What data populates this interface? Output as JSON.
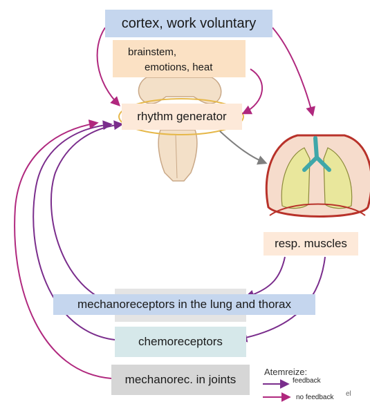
{
  "boxes": {
    "cortex": "cortex, work voluntary",
    "brainstem_line1": "brainstem,",
    "brainstem_line2": "emotions, heat",
    "rhythm": "rhythm generator",
    "resp": "resp. muscles",
    "mechanoreceptors": "mechanoreceptors in the lung and thorax",
    "chemoreceptors": "chemoreceptors",
    "joints": "mechanorec. in joints"
  },
  "legend": {
    "title": "Atemreize:",
    "feedback": "feedback",
    "no_feedback": "no feedback",
    "edge_mark": "el"
  },
  "colors": {
    "feedback_arrow": "#b0287e",
    "output_arrow": "#7f7f7f",
    "box_blue": "#c5d6ee",
    "box_peach": "#fde9d9",
    "box_gray": "#d6d6d6",
    "box_teal": "#d6e8ea"
  },
  "icons": {
    "brainstem": "brainstem-illustration",
    "lungs": "lungs-illustration"
  }
}
